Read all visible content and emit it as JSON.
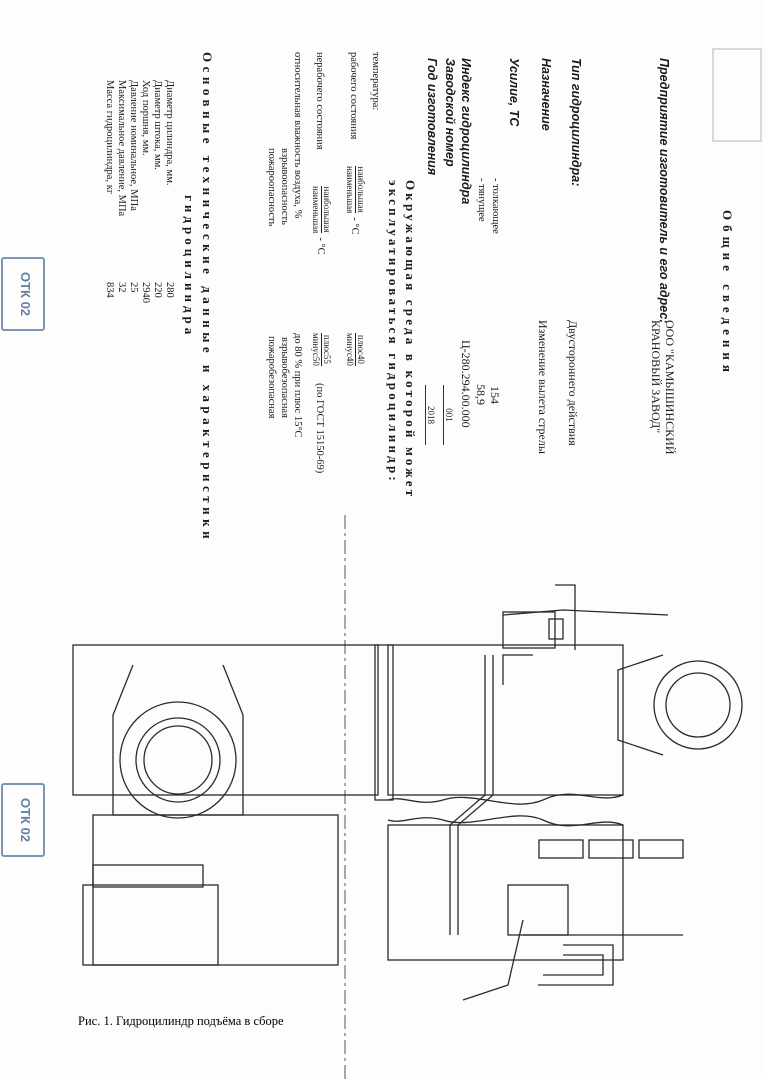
{
  "general": {
    "heading": "Общие сведения",
    "manufacturer_label": "Предприятие изготовитель и его адрес:",
    "manufacturer_value_line1": "ООО \"КАМЫШИНСКИЙ",
    "manufacturer_value_line2": "КРАНОВЫЙ ЗАВОД\"",
    "type_label": "Тип гидроцилиндра:",
    "type_value": "Двустороннего действия",
    "purpose_label": "Назначение",
    "purpose_value": "Изменение вылета стрелы",
    "force_label": "Усилие, ТС",
    "force_push_label": "- толкающее",
    "force_push_value": "154",
    "force_pull_label": "- тянущее",
    "force_pull_value": "58,9",
    "index_label": "Индекс гидроцилиндра",
    "index_value": "Ц-280.294.00.000",
    "serial_label": "Заводской номер",
    "serial_value": "001",
    "year_label": "Год изготовления",
    "year_value": "2018"
  },
  "environment": {
    "heading_line1": "Окружающая среда в которой может",
    "heading_line2": "эксплуатироваться гидроцилиндр:",
    "temp_label": "температура:",
    "work_state_label": "рабочего состояния",
    "highest": "наибольшая",
    "lowest": "наименьшая",
    "deg_unit": "- °С",
    "work_high_value": "плюс40",
    "work_low_value": "минус40",
    "idle_state_label": "нерабочего состояния",
    "idle_high_value": "плюс55",
    "idle_low_value": "минус50",
    "gost_note": "(по ГОСТ 15150-69)",
    "humidity_label": "относительная влажность воздуха, %",
    "humidity_value": "до 80 % при плюс 15°С",
    "explosion_label": "взрывоопасность",
    "explosion_value": "взрывобезопасная",
    "fire_label": "пожароопасность",
    "fire_value": "пожаробезопасная"
  },
  "specs": {
    "heading_line1": "Основные технические данные и характеристики",
    "heading_line2": "гидроцилиндра",
    "rows": [
      {
        "label": "Диаметр цилиндра, мм.",
        "value": "280"
      },
      {
        "label": "Диаметр штока, мм.",
        "value": "220"
      },
      {
        "label": "Ход поршня, мм.",
        "value": "2940"
      },
      {
        "label": "Давление номинальное, МПа",
        "value": "25"
      },
      {
        "label": "Максимальное давление, МПа",
        "value": "32"
      },
      {
        "label": "Масса гидроцилиндра, кг",
        "value": "834"
      }
    ]
  },
  "stamps": {
    "stamp1_top": "ОТК",
    "stamp1_bottom": "02",
    "stamp2_top": "ОТК",
    "stamp2_bottom": "02"
  },
  "figure": {
    "caption": "Рис. 1. Гидроцилиндр подъёма в сборе"
  },
  "colors": {
    "ink": "#1b1b1b",
    "stamp": "#3e5f95"
  }
}
